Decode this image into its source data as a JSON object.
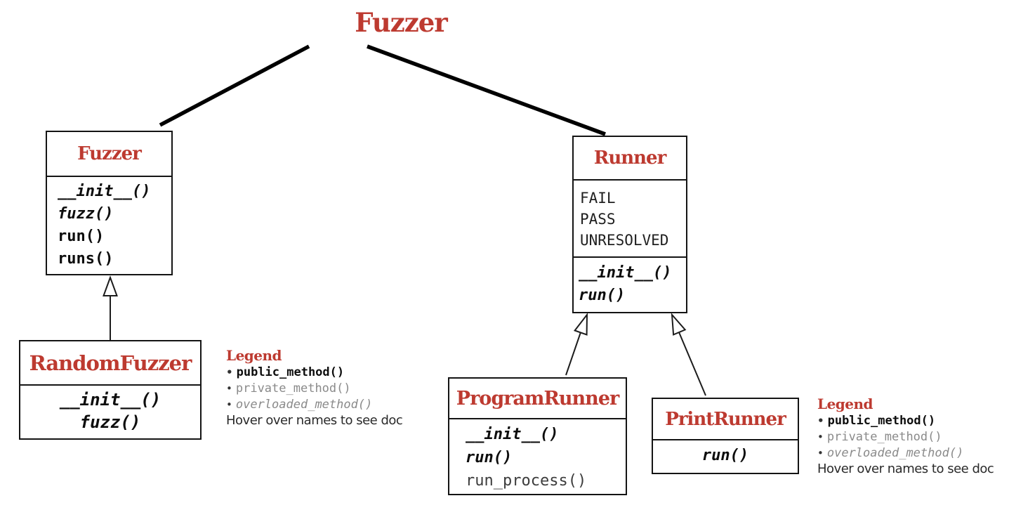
{
  "colors": {
    "class_name_red": "#bd3a30",
    "box_border_black": "#141414",
    "edge_black": "#000000",
    "private_gray": "#8a8a8a"
  },
  "diagram": {
    "root_label": "Fuzzer"
  },
  "classes": {
    "fuzzer": {
      "title": "Fuzzer",
      "methods": [
        {
          "label": "__init__()",
          "kind": "overloaded"
        },
        {
          "label": "fuzz()",
          "kind": "overloaded"
        },
        {
          "label": "run()",
          "kind": "public"
        },
        {
          "label": "runs()",
          "kind": "public"
        }
      ]
    },
    "runner": {
      "title": "Runner",
      "attributes": [
        {
          "label": "FAIL"
        },
        {
          "label": "PASS"
        },
        {
          "label": "UNRESOLVED"
        }
      ],
      "methods": [
        {
          "label": "__init__()",
          "kind": "overloaded"
        },
        {
          "label": "run()",
          "kind": "overloaded"
        }
      ]
    },
    "random_fuzzer": {
      "title": "RandomFuzzer",
      "methods": [
        {
          "label": "__init__()",
          "kind": "overloaded"
        },
        {
          "label": "fuzz()",
          "kind": "overloaded"
        }
      ]
    },
    "program_runner": {
      "title": "ProgramRunner",
      "methods": [
        {
          "label": "__init__()",
          "kind": "overloaded"
        },
        {
          "label": "run()",
          "kind": "overloaded"
        },
        {
          "label": "run_process()",
          "kind": "private"
        }
      ]
    },
    "print_runner": {
      "title": "PrintRunner",
      "methods": [
        {
          "label": "run()",
          "kind": "overloaded"
        }
      ]
    }
  },
  "legend": {
    "title": "Legend",
    "bullet": "•",
    "items": [
      {
        "label": "public_method()",
        "kind": "public"
      },
      {
        "label": "private_method()",
        "kind": "private"
      },
      {
        "label": "overloaded_method()",
        "kind": "overloaded"
      }
    ],
    "footer": "Hover over names to see doc"
  }
}
